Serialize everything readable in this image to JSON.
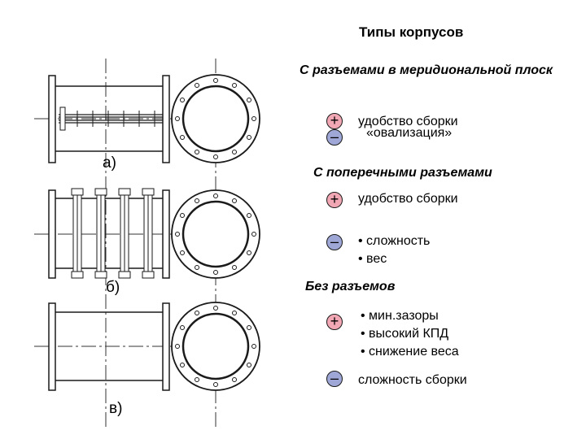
{
  "title": "Типы корпусов",
  "colors": {
    "plus": "#f2a7b4",
    "minus": "#9fa7d6",
    "line": "#1a1a1a"
  },
  "variants": [
    {
      "heading": "С разъемами в меридиональной плоск",
      "label": "а)",
      "pros": [
        "удобство сборки"
      ],
      "cons": [
        "«овализация»"
      ]
    },
    {
      "heading": "С поперечными разъемами",
      "label": "б)",
      "pros": [
        "удобство сборки"
      ],
      "cons": [
        "• сложность",
        "• вес"
      ]
    },
    {
      "heading": "Без разъемов",
      "label": "в)",
      "pros": [
        "• мин.зазоры",
        "• высокий КПД",
        "• снижение веса"
      ],
      "cons": [
        "сложность сборки"
      ]
    }
  ],
  "signs": {
    "plus": "+",
    "minus": "–"
  }
}
